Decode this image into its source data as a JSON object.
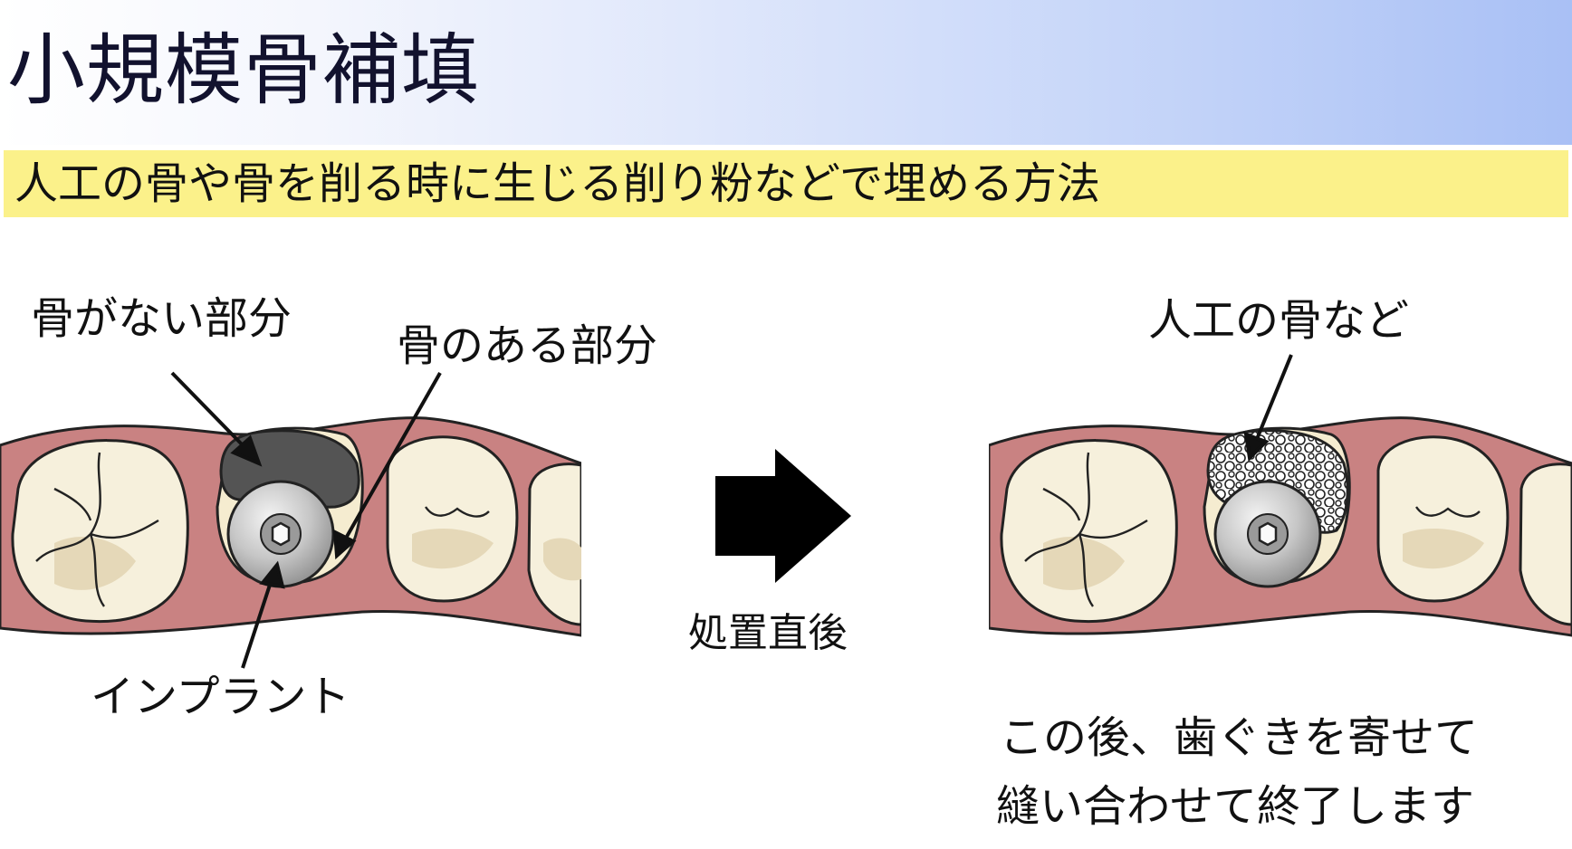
{
  "title": "小規模骨補填",
  "subtitle": "人工の骨や骨を削る時に生じる削り粉などで埋める方法",
  "before": {
    "labels": {
      "no_bone": "骨がない部分",
      "bone": "骨のある部分",
      "implant": "インプラント"
    }
  },
  "arrow": {
    "caption": "処置直後"
  },
  "after": {
    "labels": {
      "graft": "人工の骨など"
    },
    "note_line1": "この後、歯ぐきを寄せて",
    "note_line2": "縫い合わせて終了します"
  },
  "colors": {
    "gum": "#c98282",
    "gum_dark": "#b26c6c",
    "tooth": "#f6f0dc",
    "tooth_shadow": "#e5d8b8",
    "bone": "#f5ecd0",
    "defect": "#545454",
    "implant": "#c8c8c8",
    "title_text": "#12122e",
    "subtitle_bg": "#fbf18a",
    "title_grad_end": "#a9c0f5"
  }
}
